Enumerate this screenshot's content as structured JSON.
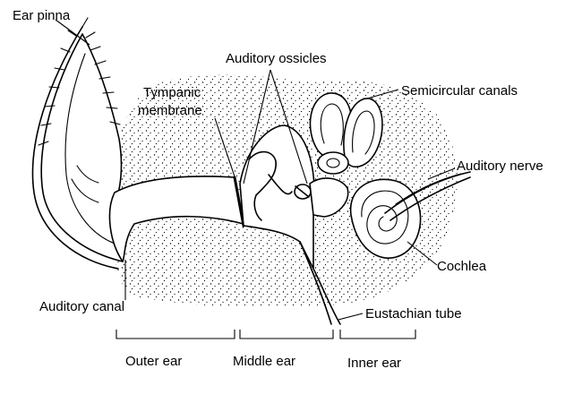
{
  "labels": {
    "ear_pinna": "Ear pinna",
    "auditory_ossicles": "Auditory ossicles",
    "tympanic_line1": "Tympanic",
    "tympanic_line2": "membrane",
    "semicircular_canals": "Semicircular canals",
    "auditory_nerve": "Auditory nerve",
    "cochlea": "Cochlea",
    "auditory_canal": "Auditory canal",
    "eustachian_tube": "Eustachian tube"
  },
  "sections": {
    "outer_ear": "Outer ear",
    "middle_ear": "Middle ear",
    "inner_ear": "Inner ear"
  }
}
